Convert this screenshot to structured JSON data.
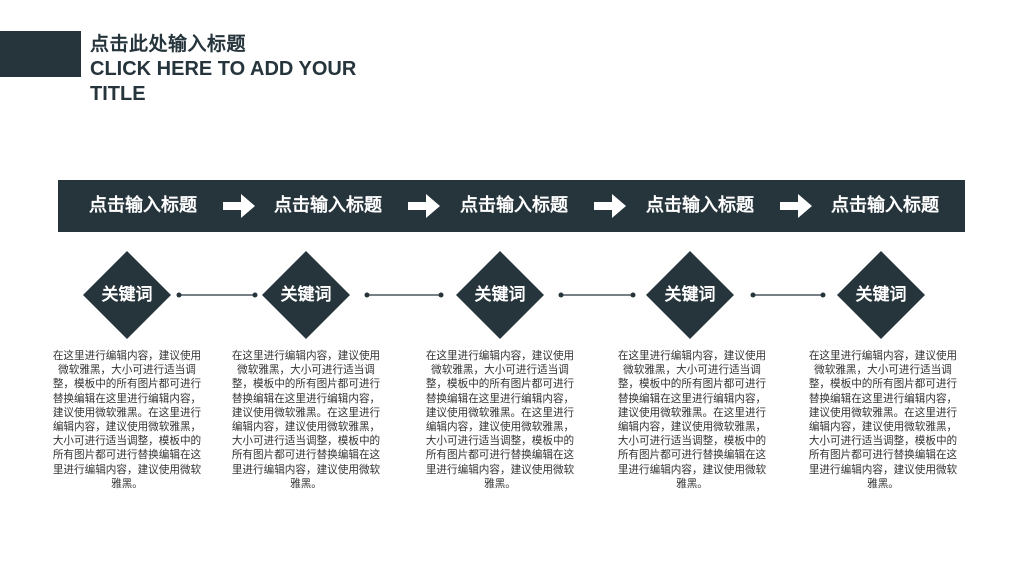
{
  "slide": {
    "title_cn": "点击此处输入标题",
    "title_en": "CLICK HERE TO ADD YOUR TITLE"
  },
  "colors": {
    "primary": "#26343c",
    "text": "#333333",
    "background": "#ffffff"
  },
  "steps": [
    {
      "label": "点击输入标题"
    },
    {
      "label": "点击输入标题"
    },
    {
      "label": "点击输入标题"
    },
    {
      "label": "点击输入标题"
    },
    {
      "label": "点击输入标题"
    }
  ],
  "keywords": [
    {
      "label": "关键词",
      "text": "在这里进行编辑内容，建议使用微软雅黑，大小可进行适当调整，模板中的所有图片都可进行替换编辑在这里进行编辑内容，建议使用微软雅黑。在这里进行编辑内容，建议使用微软雅黑，大小可进行适当调整，模板中的所有图片都可进行替换编辑在这里进行编辑内容，建议使用微软雅黑。"
    },
    {
      "label": "关键词",
      "text": "在这里进行编辑内容，建议使用微软雅黑，大小可进行适当调整，模板中的所有图片都可进行替换编辑在这里进行编辑内容，建议使用微软雅黑。在这里进行编辑内容，建议使用微软雅黑，大小可进行适当调整，模板中的所有图片都可进行替换编辑在这里进行编辑内容，建议使用微软雅黑。"
    },
    {
      "label": "关键词",
      "text": "在这里进行编辑内容，建议使用微软雅黑，大小可进行适当调整，模板中的所有图片都可进行替换编辑在这里进行编辑内容，建议使用微软雅黑。在这里进行编辑内容，建议使用微软雅黑，大小可进行适当调整，模板中的所有图片都可进行替换编辑在这里进行编辑内容，建议使用微软雅黑。"
    },
    {
      "label": "关键词",
      "text": "在这里进行编辑内容，建议使用微软雅黑，大小可进行适当调整，模板中的所有图片都可进行替换编辑在这里进行编辑内容，建议使用微软雅黑。在这里进行编辑内容，建议使用微软雅黑，大小可进行适当调整，模板中的所有图片都可进行替换编辑在这里进行编辑内容，建议使用微软雅黑。"
    },
    {
      "label": "关键词",
      "text": "在这里进行编辑内容，建议使用微软雅黑，大小可进行适当调整，模板中的所有图片都可进行替换编辑在这里进行编辑内容，建议使用微软雅黑。在这里进行编辑内容，建议使用微软雅黑，大小可进行适当调整，模板中的所有图片都可进行替换编辑在这里进行编辑内容，建议使用微软雅黑。"
    }
  ],
  "icons": {
    "step_arrow": "arrow-right-icon",
    "connector": "dot-line-connector"
  }
}
